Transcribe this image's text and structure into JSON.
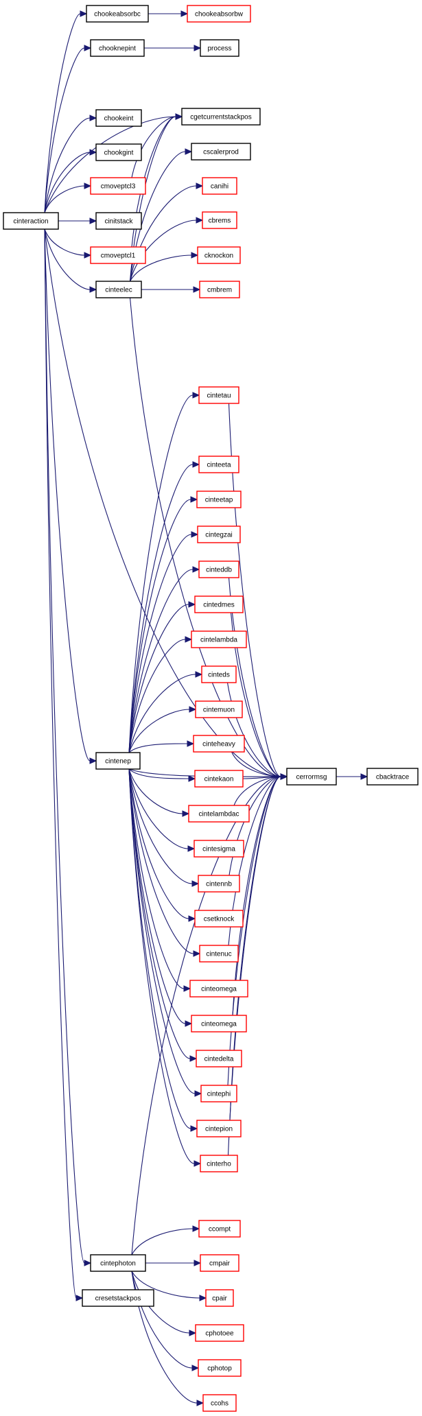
{
  "colors": {
    "edge": "#191970",
    "border_plain": "#000000",
    "border_linked": "#ff0000",
    "root_fill": "#bfbfbf"
  },
  "nodes": [
    {
      "id": "cinteraction",
      "label": "cinteraction",
      "style": "root"
    },
    {
      "id": "chookeabsorbc",
      "label": "chookeabsorbc",
      "style": "plain"
    },
    {
      "id": "chookeabsorbw",
      "label": "chookeabsorbw",
      "style": "linked"
    },
    {
      "id": "chooknepint",
      "label": "chooknepint",
      "style": "plain"
    },
    {
      "id": "process",
      "label": "process",
      "style": "plain"
    },
    {
      "id": "cgetcurrentstackpos",
      "label": "cgetcurrentstackpos",
      "style": "plain"
    },
    {
      "id": "chookeint",
      "label": "chookeint",
      "style": "plain"
    },
    {
      "id": "chookgint",
      "label": "chookgint",
      "style": "plain"
    },
    {
      "id": "cmoveptcl3",
      "label": "cmoveptcl3",
      "style": "linked"
    },
    {
      "id": "cinitstack",
      "label": "cinitstack",
      "style": "plain"
    },
    {
      "id": "cmoveptcl1",
      "label": "cmoveptcl1",
      "style": "linked"
    },
    {
      "id": "cinteelec",
      "label": "cinteelec",
      "style": "plain"
    },
    {
      "id": "cscalerprod",
      "label": "cscalerprod",
      "style": "plain"
    },
    {
      "id": "canihi",
      "label": "canihi",
      "style": "linked"
    },
    {
      "id": "cbrems",
      "label": "cbrems",
      "style": "linked"
    },
    {
      "id": "cknockon",
      "label": "cknockon",
      "style": "linked"
    },
    {
      "id": "cmbrem",
      "label": "cmbrem",
      "style": "linked"
    },
    {
      "id": "cintenep",
      "label": "cintenep",
      "style": "plain"
    },
    {
      "id": "cerrormsg",
      "label": "cerrormsg",
      "style": "plain"
    },
    {
      "id": "cbacktrace",
      "label": "cbacktrace",
      "style": "plain"
    },
    {
      "id": "cintetau",
      "label": "cintetau",
      "style": "linked"
    },
    {
      "id": "cinteeta",
      "label": "cinteeta",
      "style": "linked"
    },
    {
      "id": "cinteetap",
      "label": "cinteetap",
      "style": "linked"
    },
    {
      "id": "cintegzai",
      "label": "cintegzai",
      "style": "linked"
    },
    {
      "id": "cinteddb",
      "label": "cinteddb",
      "style": "linked"
    },
    {
      "id": "cintedmes",
      "label": "cintedmes",
      "style": "linked"
    },
    {
      "id": "cintelambda",
      "label": "cintelambda",
      "style": "linked"
    },
    {
      "id": "cinteds",
      "label": "cinteds",
      "style": "linked"
    },
    {
      "id": "cintemuon",
      "label": "cintemuon",
      "style": "linked"
    },
    {
      "id": "cinteheavy",
      "label": "cinteheavy",
      "style": "linked"
    },
    {
      "id": "cintekaon",
      "label": "cintekaon",
      "style": "linked"
    },
    {
      "id": "cintelambdac",
      "label": "cintelambdac",
      "style": "linked"
    },
    {
      "id": "cintesigma",
      "label": "cintesigma",
      "style": "linked"
    },
    {
      "id": "cintennb",
      "label": "cintennb",
      "style": "linked"
    },
    {
      "id": "csetknock",
      "label": "csetknock",
      "style": "linked"
    },
    {
      "id": "cintenuc",
      "label": "cintenuc",
      "style": "linked"
    },
    {
      "id": "cinteomega",
      "label": "cinteomega",
      "style": "linked"
    },
    {
      "id": "cinteomega2",
      "label": "cinteomega",
      "style": "linked"
    },
    {
      "id": "cintedelta",
      "label": "cintedelta",
      "style": "linked"
    },
    {
      "id": "cintephi",
      "label": "cintephi",
      "style": "linked"
    },
    {
      "id": "cintepion",
      "label": "cintepion",
      "style": "linked"
    },
    {
      "id": "cinterho",
      "label": "cinterho",
      "style": "linked"
    },
    {
      "id": "cintephoton",
      "label": "cintephoton",
      "style": "plain"
    },
    {
      "id": "ccompt",
      "label": "ccompt",
      "style": "linked"
    },
    {
      "id": "cmpair",
      "label": "cmpair",
      "style": "linked"
    },
    {
      "id": "cpair",
      "label": "cpair",
      "style": "linked"
    },
    {
      "id": "cphotoee",
      "label": "cphotoee",
      "style": "linked"
    },
    {
      "id": "cphotop",
      "label": "cphotop",
      "style": "linked"
    },
    {
      "id": "ccohs",
      "label": "ccohs",
      "style": "linked"
    },
    {
      "id": "cresetstackpos",
      "label": "cresetstackpos",
      "style": "plain"
    }
  ],
  "edges": [
    [
      "cinteraction",
      "chookeabsorbc"
    ],
    [
      "chookeabsorbc",
      "chookeabsorbw"
    ],
    [
      "cinteraction",
      "chooknepint"
    ],
    [
      "chooknepint",
      "process"
    ],
    [
      "cinteraction",
      "cgetcurrentstackpos"
    ],
    [
      "cinteraction",
      "chookeint"
    ],
    [
      "cinteraction",
      "chookgint"
    ],
    [
      "cinteraction",
      "cmoveptcl3"
    ],
    [
      "cmoveptcl3",
      "cgetcurrentstackpos"
    ],
    [
      "cinteraction",
      "cinitstack"
    ],
    [
      "cinteraction",
      "cmoveptcl1"
    ],
    [
      "cmoveptcl1",
      "cgetcurrentstackpos"
    ],
    [
      "cinteraction",
      "cinteelec"
    ],
    [
      "cinteelec",
      "cgetcurrentstackpos"
    ],
    [
      "cinteelec",
      "cscalerprod"
    ],
    [
      "cinteelec",
      "canihi"
    ],
    [
      "cinteelec",
      "cbrems"
    ],
    [
      "cinteelec",
      "cknockon"
    ],
    [
      "cinteelec",
      "cmbrem"
    ],
    [
      "cinteelec",
      "cerrormsg"
    ],
    [
      "cinteraction",
      "cerrormsg"
    ],
    [
      "cinteraction",
      "cintenep"
    ],
    [
      "cintenep",
      "cintetau"
    ],
    [
      "cintenep",
      "cerrormsg"
    ],
    [
      "cintenep",
      "cinteeta"
    ],
    [
      "cintenep",
      "cinteetap"
    ],
    [
      "cintenep",
      "cintegzai"
    ],
    [
      "cintenep",
      "cinteddb"
    ],
    [
      "cintenep",
      "cintedmes"
    ],
    [
      "cintenep",
      "cintelambda"
    ],
    [
      "cintenep",
      "cinteds"
    ],
    [
      "cintenep",
      "cintemuon"
    ],
    [
      "cintenep",
      "cinteheavy"
    ],
    [
      "cintenep",
      "cintekaon"
    ],
    [
      "cintenep",
      "cintelambdac"
    ],
    [
      "cintenep",
      "cintesigma"
    ],
    [
      "cintenep",
      "cintennb"
    ],
    [
      "cintenep",
      "csetknock"
    ],
    [
      "cintenep",
      "cintenuc"
    ],
    [
      "cintenep",
      "cinteomega"
    ],
    [
      "cintenep",
      "cinteomega2"
    ],
    [
      "cintenep",
      "cintedelta"
    ],
    [
      "cintenep",
      "cintephi"
    ],
    [
      "cintenep",
      "cintepion"
    ],
    [
      "cintenep",
      "cinterho"
    ],
    [
      "cintetau",
      "cerrormsg"
    ],
    [
      "cinteddb",
      "cerrormsg"
    ],
    [
      "cintedmes",
      "cerrormsg"
    ],
    [
      "cinteds",
      "cerrormsg"
    ],
    [
      "cinteheavy",
      "cerrormsg"
    ],
    [
      "cintekaon",
      "cerrormsg"
    ],
    [
      "cintelambdac",
      "cerrormsg"
    ],
    [
      "cintennb",
      "cerrormsg"
    ],
    [
      "cintenuc",
      "cerrormsg"
    ],
    [
      "cinteomega2",
      "cerrormsg"
    ],
    [
      "cintephi",
      "cerrormsg"
    ],
    [
      "cintepion",
      "cerrormsg"
    ],
    [
      "cinterho",
      "cerrormsg"
    ],
    [
      "cerrormsg",
      "cbacktrace"
    ],
    [
      "cinteraction",
      "cintephoton"
    ],
    [
      "cintephoton",
      "cerrormsg"
    ],
    [
      "cintephoton",
      "ccompt"
    ],
    [
      "cintephoton",
      "cmpair"
    ],
    [
      "cintephoton",
      "cpair"
    ],
    [
      "cintephoton",
      "cphotoee"
    ],
    [
      "cintephoton",
      "cphotop"
    ],
    [
      "cintephoton",
      "ccohs"
    ],
    [
      "cinteraction",
      "cresetstackpos"
    ]
  ]
}
